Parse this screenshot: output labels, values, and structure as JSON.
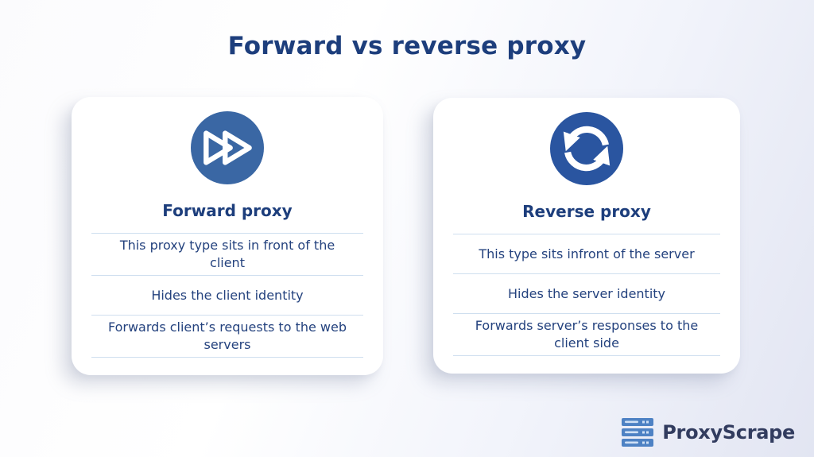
{
  "page": {
    "title": "Forward vs reverse proxy"
  },
  "cards": [
    {
      "id": "forward-proxy",
      "icon": "fast-forward-icon",
      "title": "Forward proxy",
      "rows": [
        "This proxy type sits in front of the client",
        "Hides the client identity",
        "Forwards client’s requests to the web servers"
      ]
    },
    {
      "id": "reverse-proxy",
      "icon": "sync-icon",
      "title": "Reverse proxy",
      "rows": [
        "This type sits infront of the server",
        "Hides the server identity",
        "Forwards server’s responses to the client side"
      ]
    }
  ],
  "branding": {
    "logo_icon": "server-stack-icon",
    "logo_text": "ProxyScrape"
  },
  "colors": {
    "background_start": "#ffffff",
    "background_end": "#e2e5f2",
    "title_text": "#1d3e7c",
    "body_text": "#24427e",
    "divider": "#cfdfef",
    "card_background": "#ffffff",
    "forward_icon_bg": "#3a67a4",
    "reverse_icon_bg": "#2a55a0",
    "logo_blue": "#4e82c4",
    "logo_text_color": "#323c5f"
  }
}
